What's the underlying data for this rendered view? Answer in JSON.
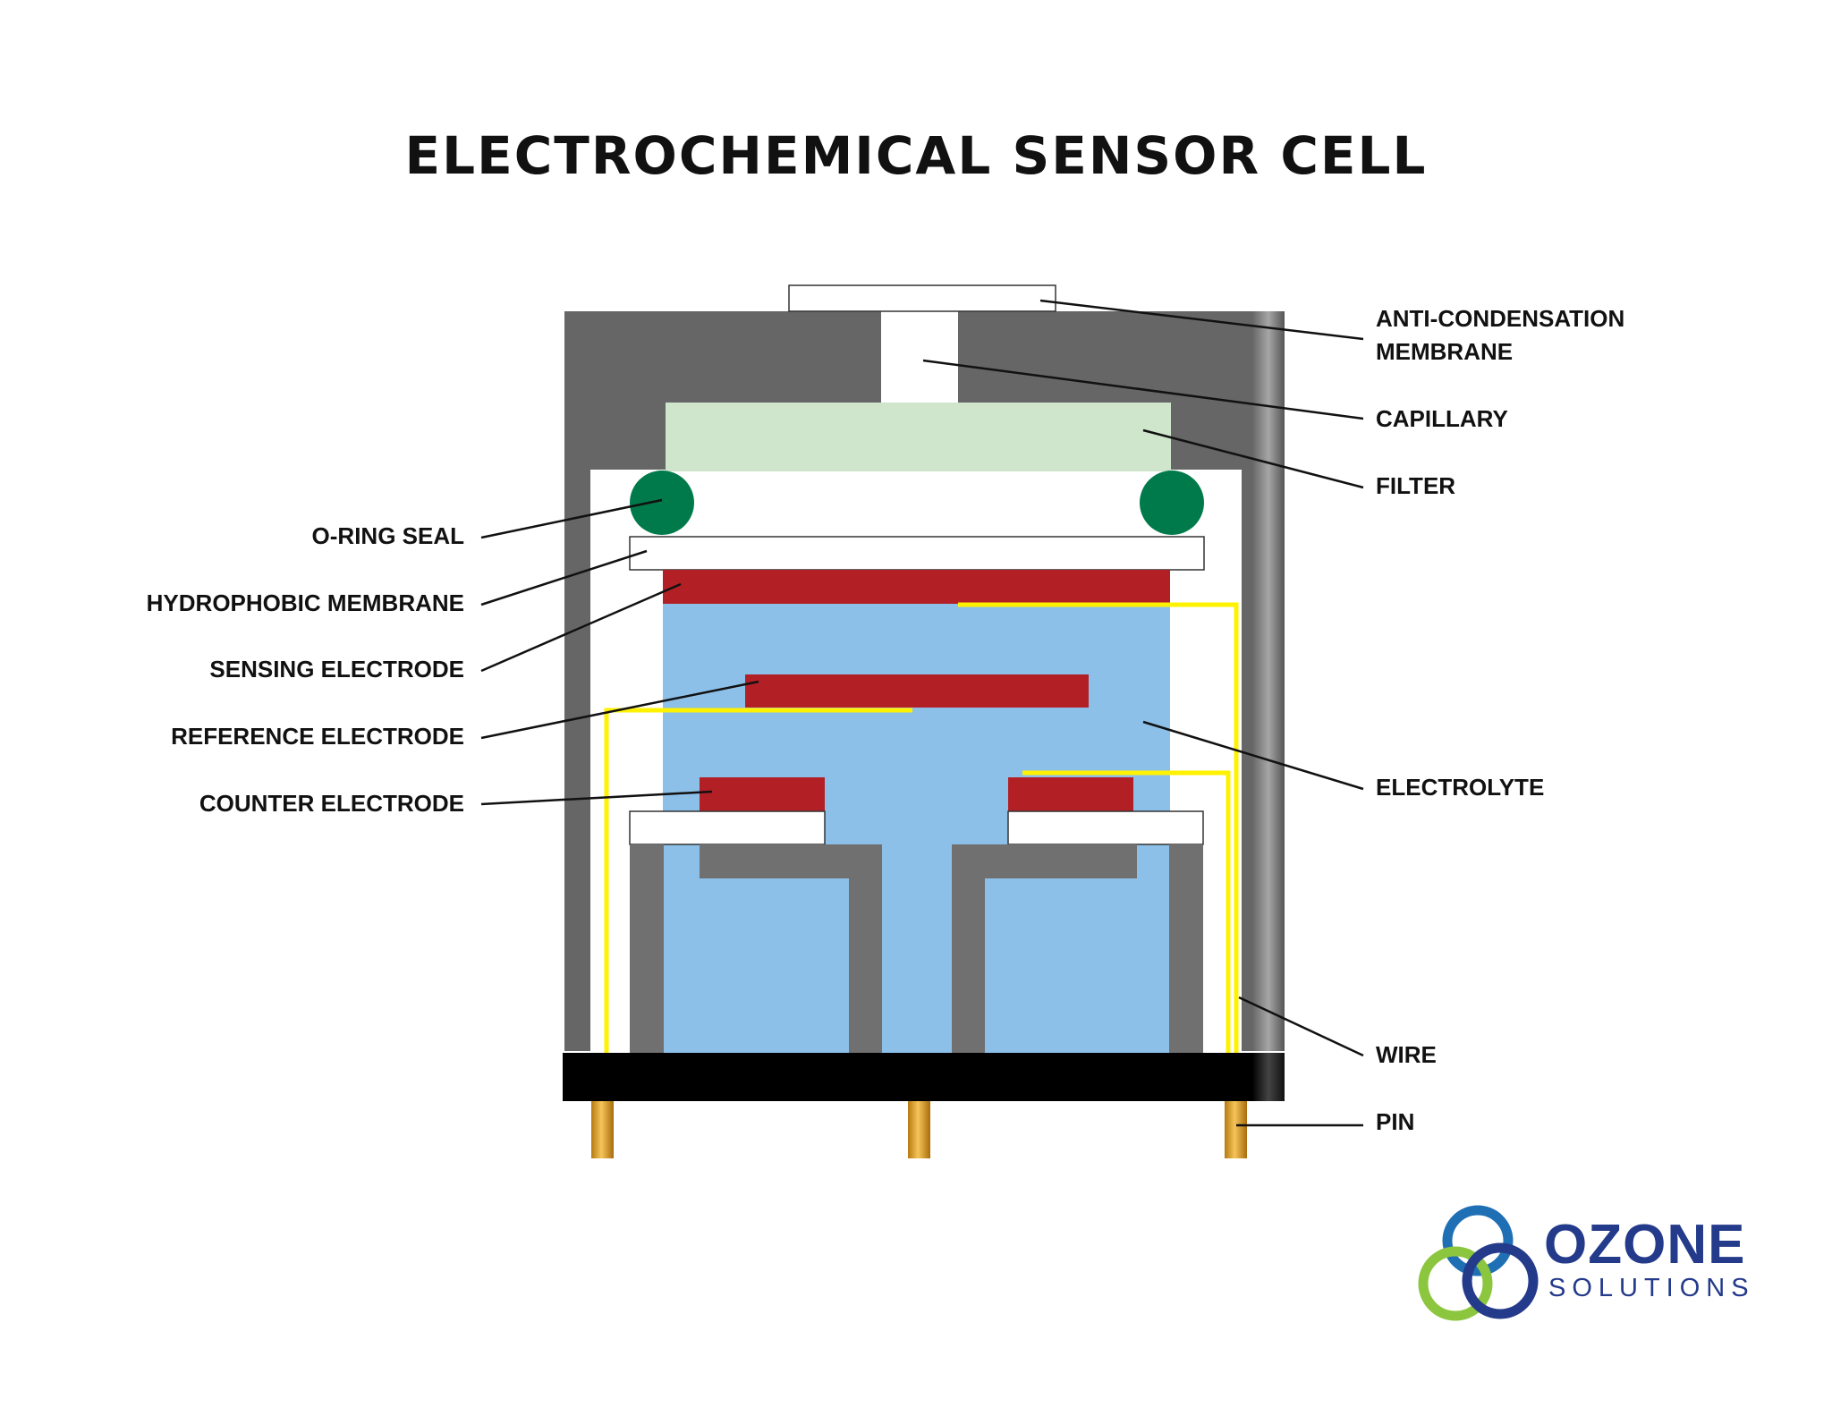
{
  "title": "ELECTROCHEMICAL SENSOR CELL",
  "labels": {
    "anti_condensation_line1": "ANTI-CONDENSATION",
    "anti_condensation_line2": "MEMBRANE",
    "capillary": "CAPILLARY",
    "filter": "FILTER",
    "o_ring_seal": "O-RING SEAL",
    "hydrophobic_membrane": "HYDROPHOBIC MEMBRANE",
    "sensing_electrode": "SENSING ELECTRODE",
    "reference_electrode": "REFERENCE ELECTRODE",
    "counter_electrode": "COUNTER ELECTRODE",
    "electrolyte": "ELECTROLYTE",
    "wire": "WIRE",
    "pin": "PIN"
  },
  "logo": {
    "word1": "OZONE",
    "word2": "SOLUTIONS"
  },
  "colors": {
    "housing": "#666666",
    "filter": "#cfe6cc",
    "o_ring": "#007a4b",
    "electrode": "#b22026",
    "electrolyte": "#8dc0e8",
    "wire": "#fff200",
    "base": "#000000",
    "pin": "#d49a2a",
    "logo_blue": "#1f6fb5",
    "logo_green": "#8cc63f",
    "logo_navy": "#243a8a"
  }
}
